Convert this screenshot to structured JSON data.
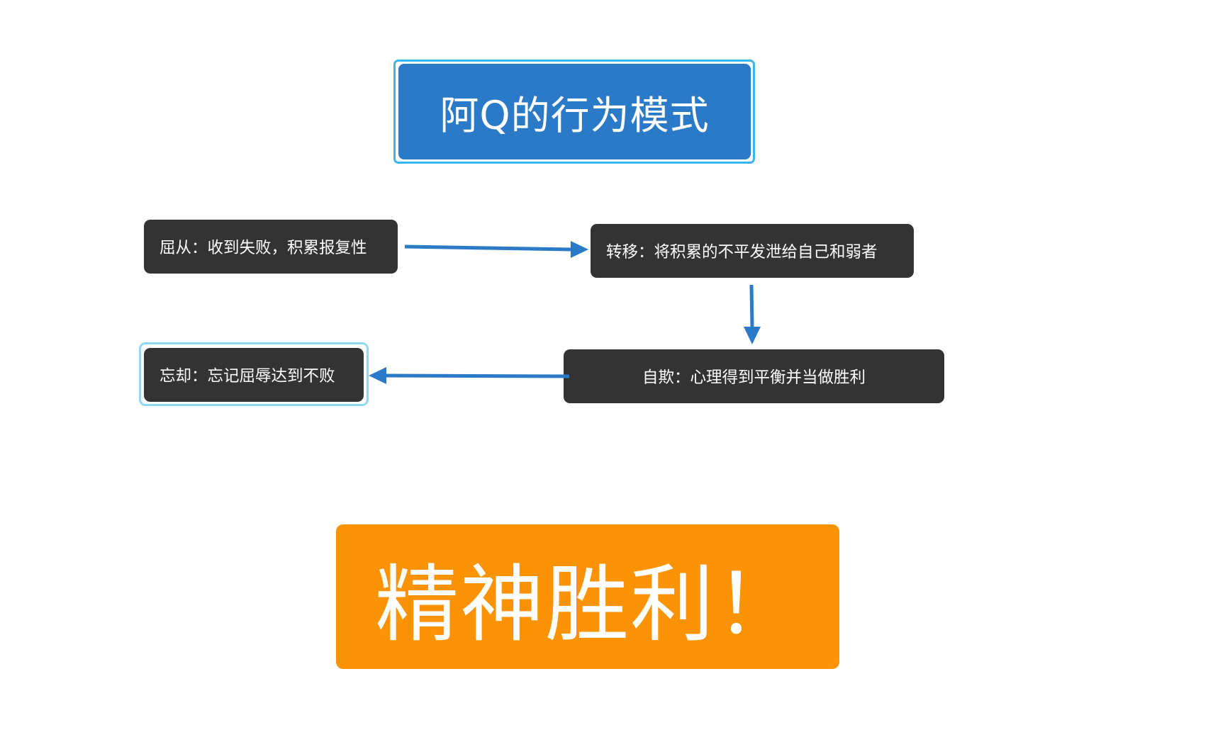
{
  "diagram": {
    "title": "阿Q的行为模式",
    "nodes": {
      "qucong": "屈从：收到失败，积累报复性",
      "zhuanyi": "转移：将积累的不平发泄给自己和弱者",
      "ziqi": "自欺：心理得到平衡并当做胜利",
      "wangque": "忘却：忘记屈辱达到不败"
    },
    "result": "精神胜利！",
    "colors": {
      "title_fill": "#2b7ac8",
      "title_border": "#38b6f2",
      "node_fill": "#333333",
      "arrow": "#2b7ac8",
      "result_fill": "#fb9304",
      "selection_ring": "#8ed8f8"
    }
  }
}
